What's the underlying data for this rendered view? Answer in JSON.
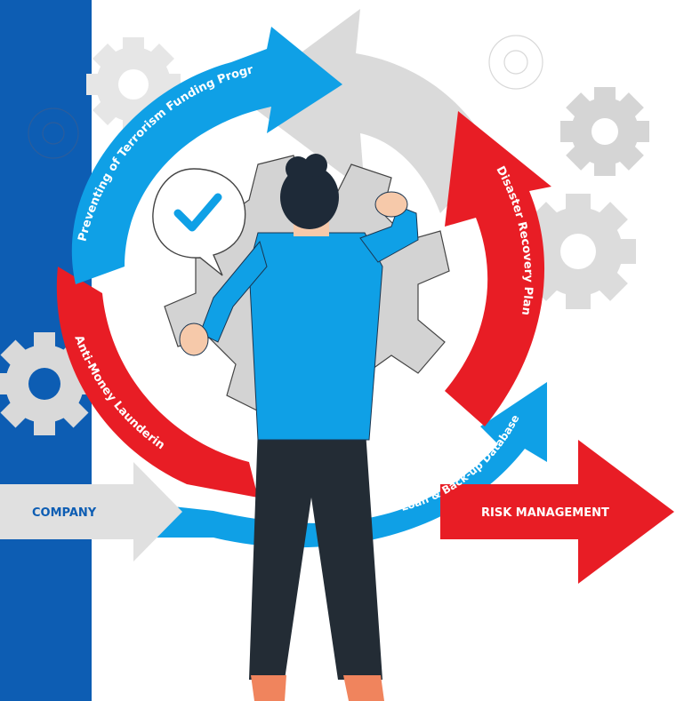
{
  "labels": {
    "company": "COMPANY",
    "risk_management": "RISK MANAGEMENT",
    "terrorism": "Preventing of Terrorism Funding Program",
    "disaster": "Disaster Recovery Plan",
    "aml": "Anti-Money Laundering",
    "loan": "Loan & Back-up Database"
  },
  "colors": {
    "blue_bar": "#0d5db3",
    "arrow_blue": "#0fa0e6",
    "arrow_red": "#e81d25",
    "arrow_grey": "#dadada",
    "gear_grey": "#d3d3d3",
    "company_text": "#0d5db3"
  }
}
